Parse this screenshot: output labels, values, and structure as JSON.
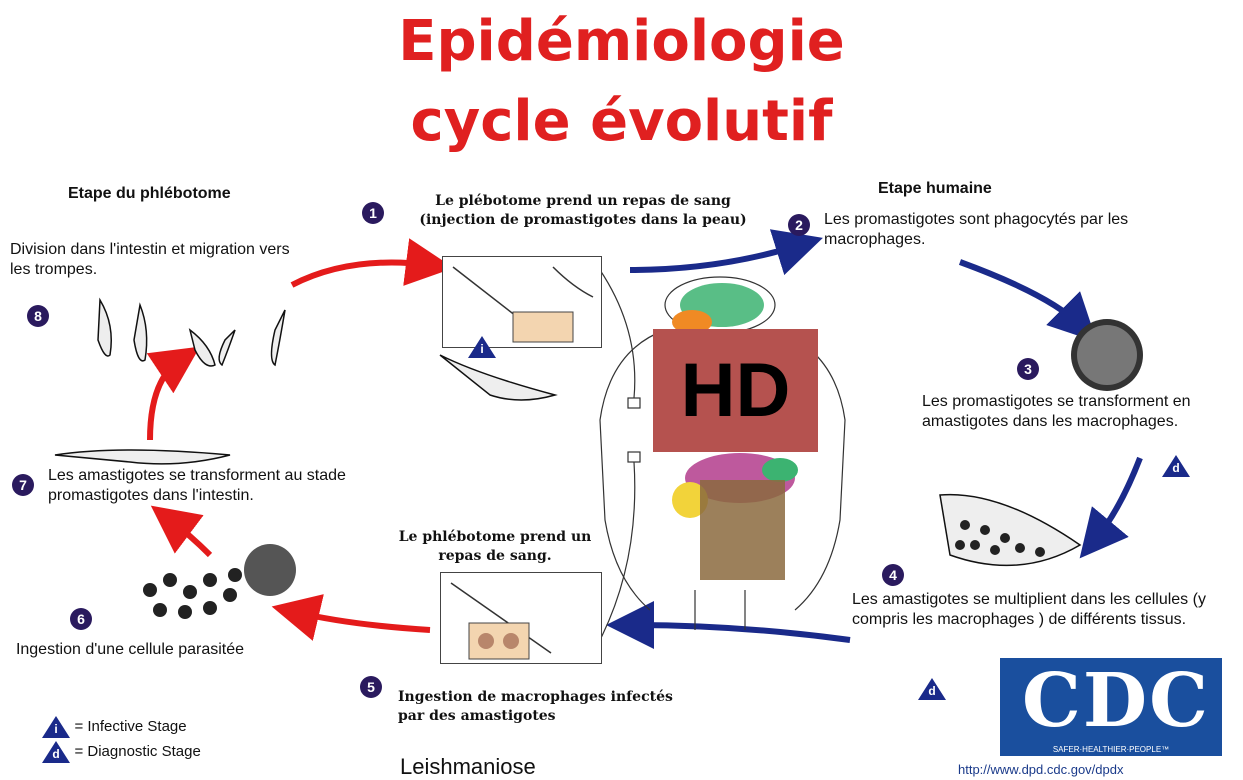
{
  "title_line1": "Epidémiologie",
  "title_line2": "cycle évolutif",
  "sandfly_stage_header": "Etape du phlébotome",
  "human_stage_header": "Etape humaine",
  "step1": {
    "number": "1",
    "text": "Le plébotome prend un repas de sang (injection de promastigotes dans la peau)"
  },
  "step2": {
    "number": "2",
    "text": "Les promastigotes sont phagocytés par les macrophages."
  },
  "step3": {
    "number": "3",
    "text": "Les promastigotes se transforment en amastigotes dans les macrophages."
  },
  "step4": {
    "number": "4",
    "text": "Les amastigotes se multiplient dans les cellules (y compris les macrophages ) de différents tissus."
  },
  "step5": {
    "number": "5",
    "text": "Ingestion de macrophages infectés par des amastigotes"
  },
  "step5_top": "Le phlébotome prend un repas de sang.",
  "step6": {
    "number": "6",
    "text": "Ingestion d'une cellule parasitée"
  },
  "step7": {
    "number": "7",
    "text": "Les amastigotes se transforment au stade promastigotes dans l'intestin."
  },
  "step8": {
    "number": "8",
    "text": "Division dans l'intestin et migration vers les trompes."
  },
  "infective_letter": "i",
  "diagnostic_letter": "d",
  "legend_infective": "= Infective Stage",
  "legend_diagnostic": "= Diagnostic Stage",
  "caption": "Leishmaniose",
  "hd_label": "HD",
  "cdc_logo_text": "CDC",
  "cdc_tagline": "SAFER·HEALTHIER·PEOPLE™",
  "cdc_url": "http://www.dpd.cdc.gov/dpdx",
  "colors": {
    "title": "#e02020",
    "red_arrow": "#e41b1b",
    "blue_arrow": "#1a2a8a",
    "badge": "#2a1a5e",
    "hd": "#b5524f",
    "cdc": "#1a4f9e"
  }
}
